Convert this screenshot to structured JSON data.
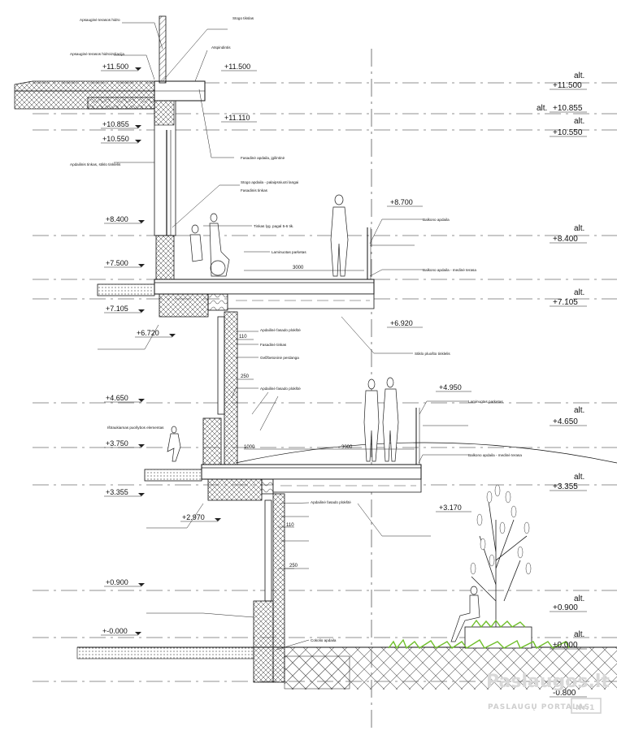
{
  "left_levels": [
    {
      "label": "+11.500"
    },
    {
      "label": "+10.855"
    },
    {
      "label": "+10.550"
    },
    {
      "label": "+8.400"
    },
    {
      "label": "+7.500"
    },
    {
      "label": "+7.105"
    },
    {
      "label": "+6.720"
    },
    {
      "label": "+4.650"
    },
    {
      "label": "+3.750"
    },
    {
      "label": "+3.355"
    },
    {
      "label": "+2.970"
    },
    {
      "label": "+0.900"
    },
    {
      "label": "+-0.000"
    }
  ],
  "mid_levels": [
    {
      "label": "+11.500"
    },
    {
      "label": "+11.110"
    },
    {
      "label": "+8.700"
    },
    {
      "label": "+6.920"
    },
    {
      "label": "+4.950"
    },
    {
      "label": "+3.170"
    }
  ],
  "right_levels": [
    {
      "label": "alt.",
      "value": "+11.500"
    },
    {
      "label": "alt.",
      "value": "+10.855"
    },
    {
      "label": "alt.",
      "value": "+10.550"
    },
    {
      "label": "alt.",
      "value": "+8.400"
    },
    {
      "label": "alt.",
      "value": "+7.105"
    },
    {
      "label": "alt.",
      "value": "+4.650"
    },
    {
      "label": "alt.",
      "value": "+3.355"
    },
    {
      "label": "alt.",
      "value": "+0.900"
    },
    {
      "label": "alt.",
      "value": "±0.000"
    },
    {
      "label": "",
      "value": "-0.800"
    }
  ],
  "dimensions": [
    "3000",
    "110",
    "250",
    "1000",
    "3000",
    "110",
    "250"
  ],
  "notes": [
    "Apsauginė terasos hidro",
    "Stogo tikslas",
    "Apsauginė terasos hidroizoliacija",
    "Atspindintis",
    "Fasadinė apdaila, įgilintinė",
    "Stogo apdaila - palaipsniuoti langai",
    "Fasadinis tinkas",
    "Apdailinis tinkas, stiklo tinklelis",
    "Tinkas lyg. pagal 5-6 tik.",
    "Laminuotas parketas",
    "Balkono apdaila",
    "Balkono apdaila - medinė terasa",
    "Apdailinė fasado plokštė",
    "Fasadinė tinkas",
    "Gelžbetoninė perdanga",
    "Stiklo pluošto tinklelis",
    "Apdailinė fasado plokštė",
    "Laminuotas parketas",
    "Balkono apdaila - medinė terasa",
    "Apdailinė fasado plokštė",
    "Ištraukiamas puošybos elementas",
    "Cokolio apdaila"
  ],
  "watermark": {
    "brand": "Paslaugos.lt",
    "tagline": "PASLAUGŲ PORTALAS",
    "badge": "Nr.1"
  }
}
